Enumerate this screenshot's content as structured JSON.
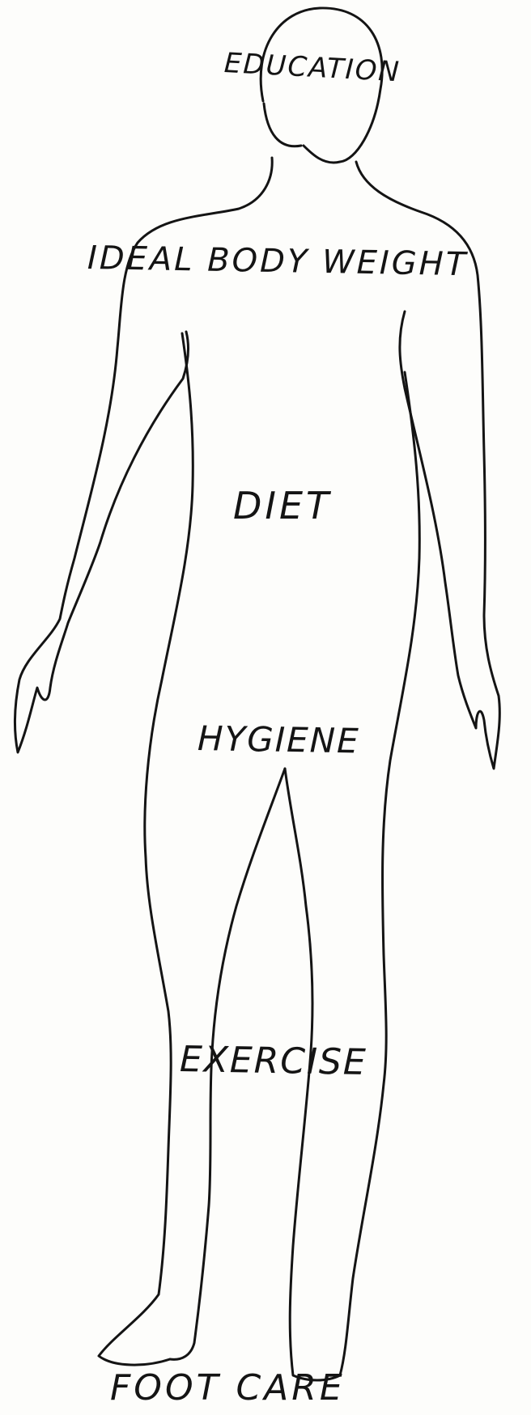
{
  "labels": {
    "education": "EDUCATION",
    "ideal_body_weight": "IDEAL BODY WEIGHT",
    "diet": "DIET",
    "hygiene": "HYGIENE",
    "exercise": "EXERCISE",
    "foot_care": "FOOT CARE"
  },
  "colors": {
    "ink": "#141414",
    "paper": "#fdfdfb"
  }
}
